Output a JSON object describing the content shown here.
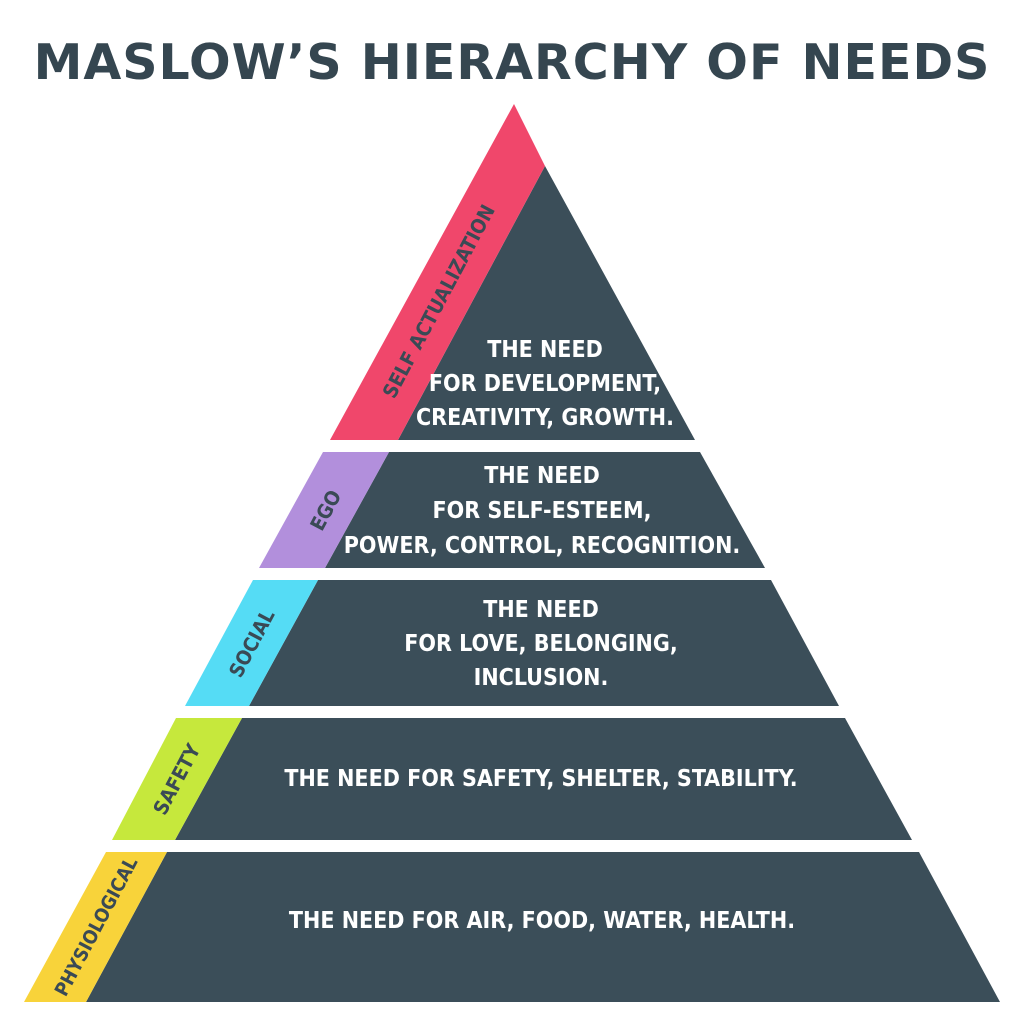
{
  "title": "MASLOW’S  HIERARCHY OF NEEDS",
  "colors": {
    "band": "#3b4e59",
    "self_actualization": "#f0476b",
    "ego": "#b28fdc",
    "social": "#55dcf5",
    "safety": "#c6e83c",
    "physiological": "#f8d33a"
  },
  "levels": [
    {
      "label": "SELF ACTUALIZATION",
      "color": "#f0476b",
      "lines": [
        "THE NEED",
        "FOR DEVELOPMENT,",
        "CREATIVITY, GROWTH."
      ]
    },
    {
      "label": "EGO",
      "color": "#b28fdc",
      "lines": [
        "THE NEED",
        "FOR SELF-ESTEEM,",
        "POWER, CONTROL, RECOGNITION."
      ]
    },
    {
      "label": "SOCIAL",
      "color": "#55dcf5",
      "lines": [
        "THE NEED",
        "FOR LOVE, BELONGING,",
        "INCLUSION."
      ]
    },
    {
      "label": "SAFETY",
      "color": "#c6e83c",
      "lines": [
        "THE NEED  FOR SAFETY, SHELTER, STABILITY."
      ]
    },
    {
      "label": "PHYSIOLOGICAL",
      "color": "#f8d33a",
      "lines": [
        "THE NEED  FOR AIR, FOOD, WATER, HEALTH."
      ]
    }
  ]
}
